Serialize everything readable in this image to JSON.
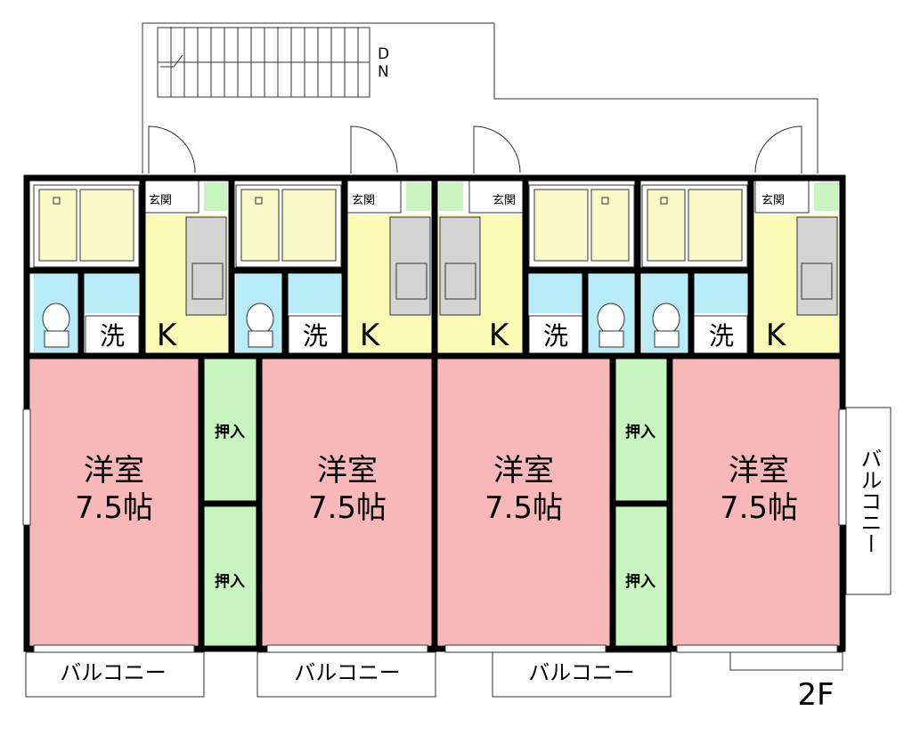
{
  "floor": "2F",
  "stairs": {
    "direction": "D\nN",
    "d": "D",
    "n": "N"
  },
  "units": [
    {
      "room_name": "洋室",
      "room_size": "7.5帖",
      "kitchen": "K",
      "wash": "洗",
      "entrance": "玄関",
      "closets": [
        "押入",
        "押入"
      ],
      "balcony": "バルコニー"
    },
    {
      "room_name": "洋室",
      "room_size": "7.5帖",
      "kitchen": "K",
      "wash": "洗",
      "entrance": "玄関",
      "balcony": "バルコニー"
    },
    {
      "room_name": "洋室",
      "room_size": "7.5帖",
      "kitchen": "K",
      "wash": "洗",
      "entrance": "玄関",
      "closets": [
        "押入",
        "押入"
      ],
      "balcony": "バルコニー"
    },
    {
      "room_name": "洋室",
      "room_size": "7.5帖",
      "kitchen": "K",
      "wash": "洗",
      "entrance": "玄関",
      "balcony": "バルコニー"
    }
  ],
  "colors": {
    "room": "#f8b8b8",
    "kitchen": "#fafab4",
    "bath": "#fafac8",
    "toilet": "#b8ecf8",
    "closet": "#c8f4c0",
    "appliance": "#d4d4d4",
    "wall": "#000000"
  }
}
